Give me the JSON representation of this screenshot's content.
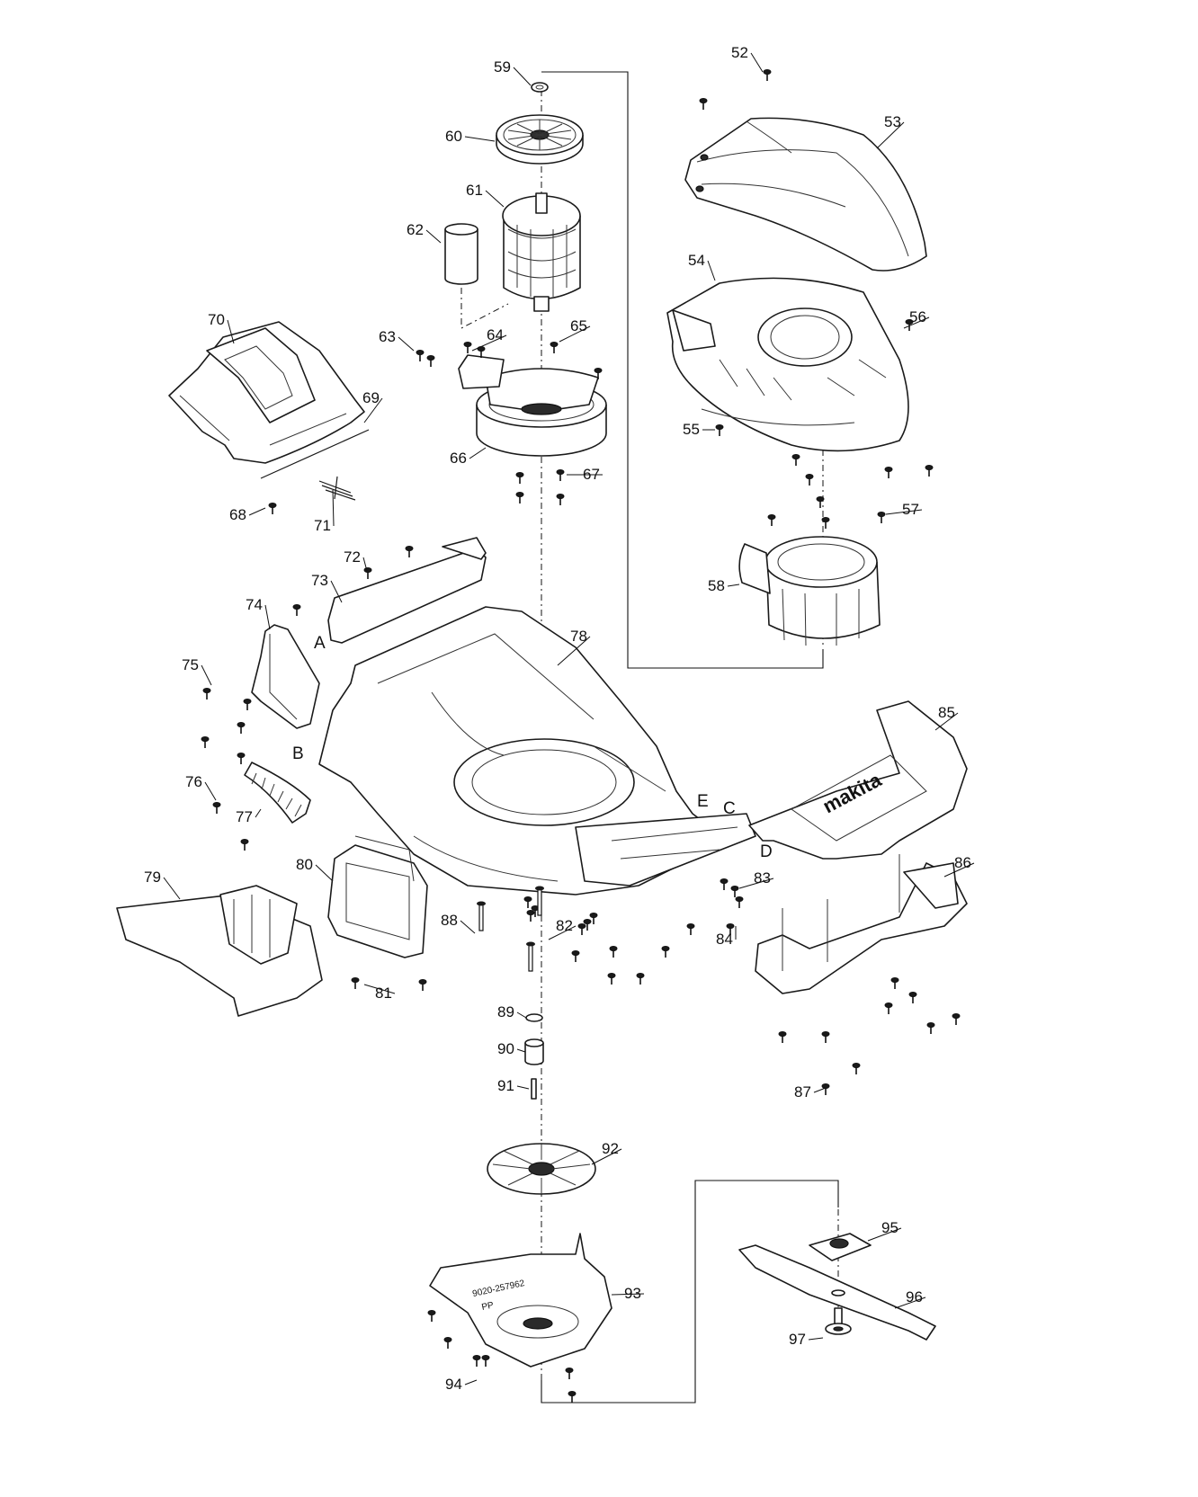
{
  "callouts": [
    "52",
    "53",
    "54",
    "55",
    "56",
    "57",
    "58",
    "59",
    "60",
    "61",
    "62",
    "63",
    "64",
    "65",
    "66",
    "67",
    "68",
    "69",
    "70",
    "71",
    "72",
    "73",
    "74",
    "75",
    "76",
    "77",
    "78",
    "79",
    "80",
    "81",
    "82",
    "83",
    "84",
    "85",
    "86",
    "87",
    "88",
    "89",
    "90",
    "91",
    "92",
    "93",
    "94",
    "95",
    "96",
    "97"
  ],
  "reference_letters": [
    "A",
    "B",
    "C",
    "D",
    "E"
  ],
  "emblem": {
    "brand_text": "makita"
  },
  "deflector_marking": [
    "9020-257962",
    "PP"
  ]
}
